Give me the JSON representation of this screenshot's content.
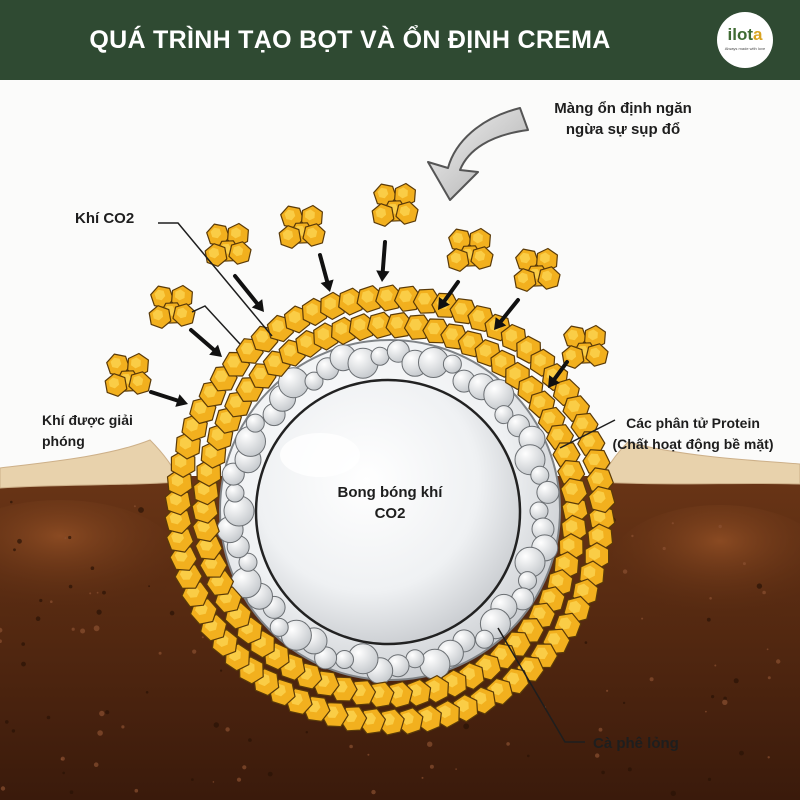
{
  "header": {
    "title": "QUÁ TRÌNH TẠO BỌT VÀ ỔN ĐỊNH CREMA",
    "logo": {
      "word_main": "ilot",
      "word_accent": "a",
      "tagline": "Always made with love"
    }
  },
  "labels": {
    "stabilizing_membrane": [
      "Màng ổn định ngăn",
      "ngừa sự sụp đổ"
    ],
    "co2_gas": [
      "Khí CO2"
    ],
    "released_gas": [
      "Khí được giải",
      "phóng"
    ],
    "protein_molecules": [
      "Các phân tử Protein",
      "(Chất hoạt động bề mặt)"
    ],
    "bubble": [
      "Bong bóng khí",
      "CO2"
    ],
    "liquid_coffee": [
      "Cà phê lỏng"
    ]
  },
  "colors": {
    "header_bg": "#2f4a32",
    "coffee_dark": "#3d1d0d",
    "coffee_mid": "#6e3818",
    "crema": "#e9d3ae",
    "protein": "#f2b01e",
    "protein_light": "#fbd24e",
    "bubble": "#eef0f2"
  }
}
